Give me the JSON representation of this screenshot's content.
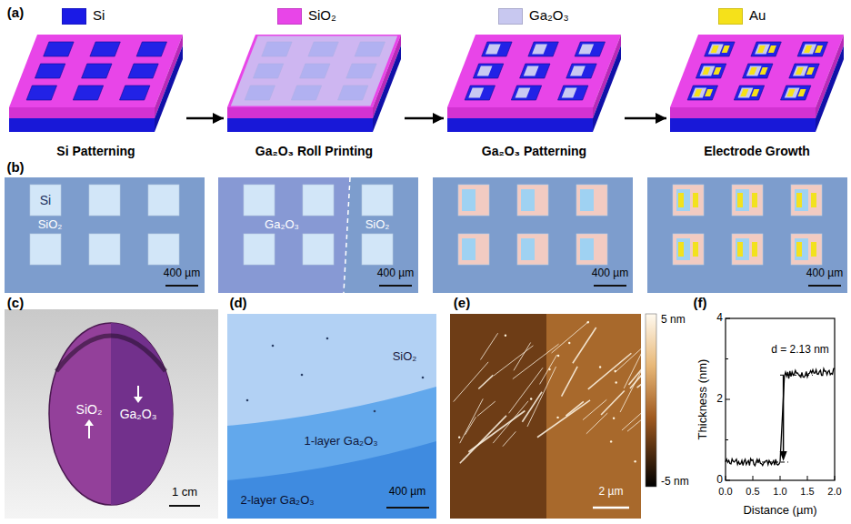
{
  "diagram": {
    "nodes": [
      {
        "text": [
          "Si Patterning"
        ]
      },
      {
        "text": [
          "Ga₂O₃ Roll Printing"
        ]
      },
      {
        "text": [
          "Ga₂O₃ Patterning"
        ]
      },
      {
        "text": [
          "Electrode Growth"
        ]
      }
    ],
    "edges": [
      {
        "from": 0,
        "to": 1,
        "arrow": "to"
      },
      {
        "from": 1,
        "to": 2,
        "arrow": "to"
      },
      {
        "from": 2,
        "to": 3,
        "arrow": "to"
      }
    ],
    "labels": [
      "(a)",
      "(b)",
      "Si",
      "SiO₂",
      "400 µm",
      "Ga₂O₃",
      "SiO₂",
      "400 µm",
      "400 µm",
      "400 µm",
      "(c)",
      "SiO₂",
      "Ga₂O₃",
      "1 cm",
      "(d)",
      "SiO₂",
      "1-layer Ga₂O₃",
      "2-layer Ga₂O₃",
      "400 µm",
      "(e)",
      "5 nm",
      "-5 nm",
      "2 µm",
      "(f)",
      "4",
      "2",
      "0",
      "0.0",
      "0.5",
      "1.0",
      "1.5",
      "2.0",
      "Thickness (nm)",
      "Distance (µm)",
      "d = 2.13 nm"
    ],
    "legend": [
      {
        "text": "Si",
        "color": "#1a1ae6"
      },
      {
        "text": "SiO₂",
        "color": "#e845e8"
      },
      {
        "text": "Ga₂O₃",
        "color": "#c8c8f0"
      },
      {
        "text": "Au",
        "color": "#f5e11a"
      }
    ]
  }
}
